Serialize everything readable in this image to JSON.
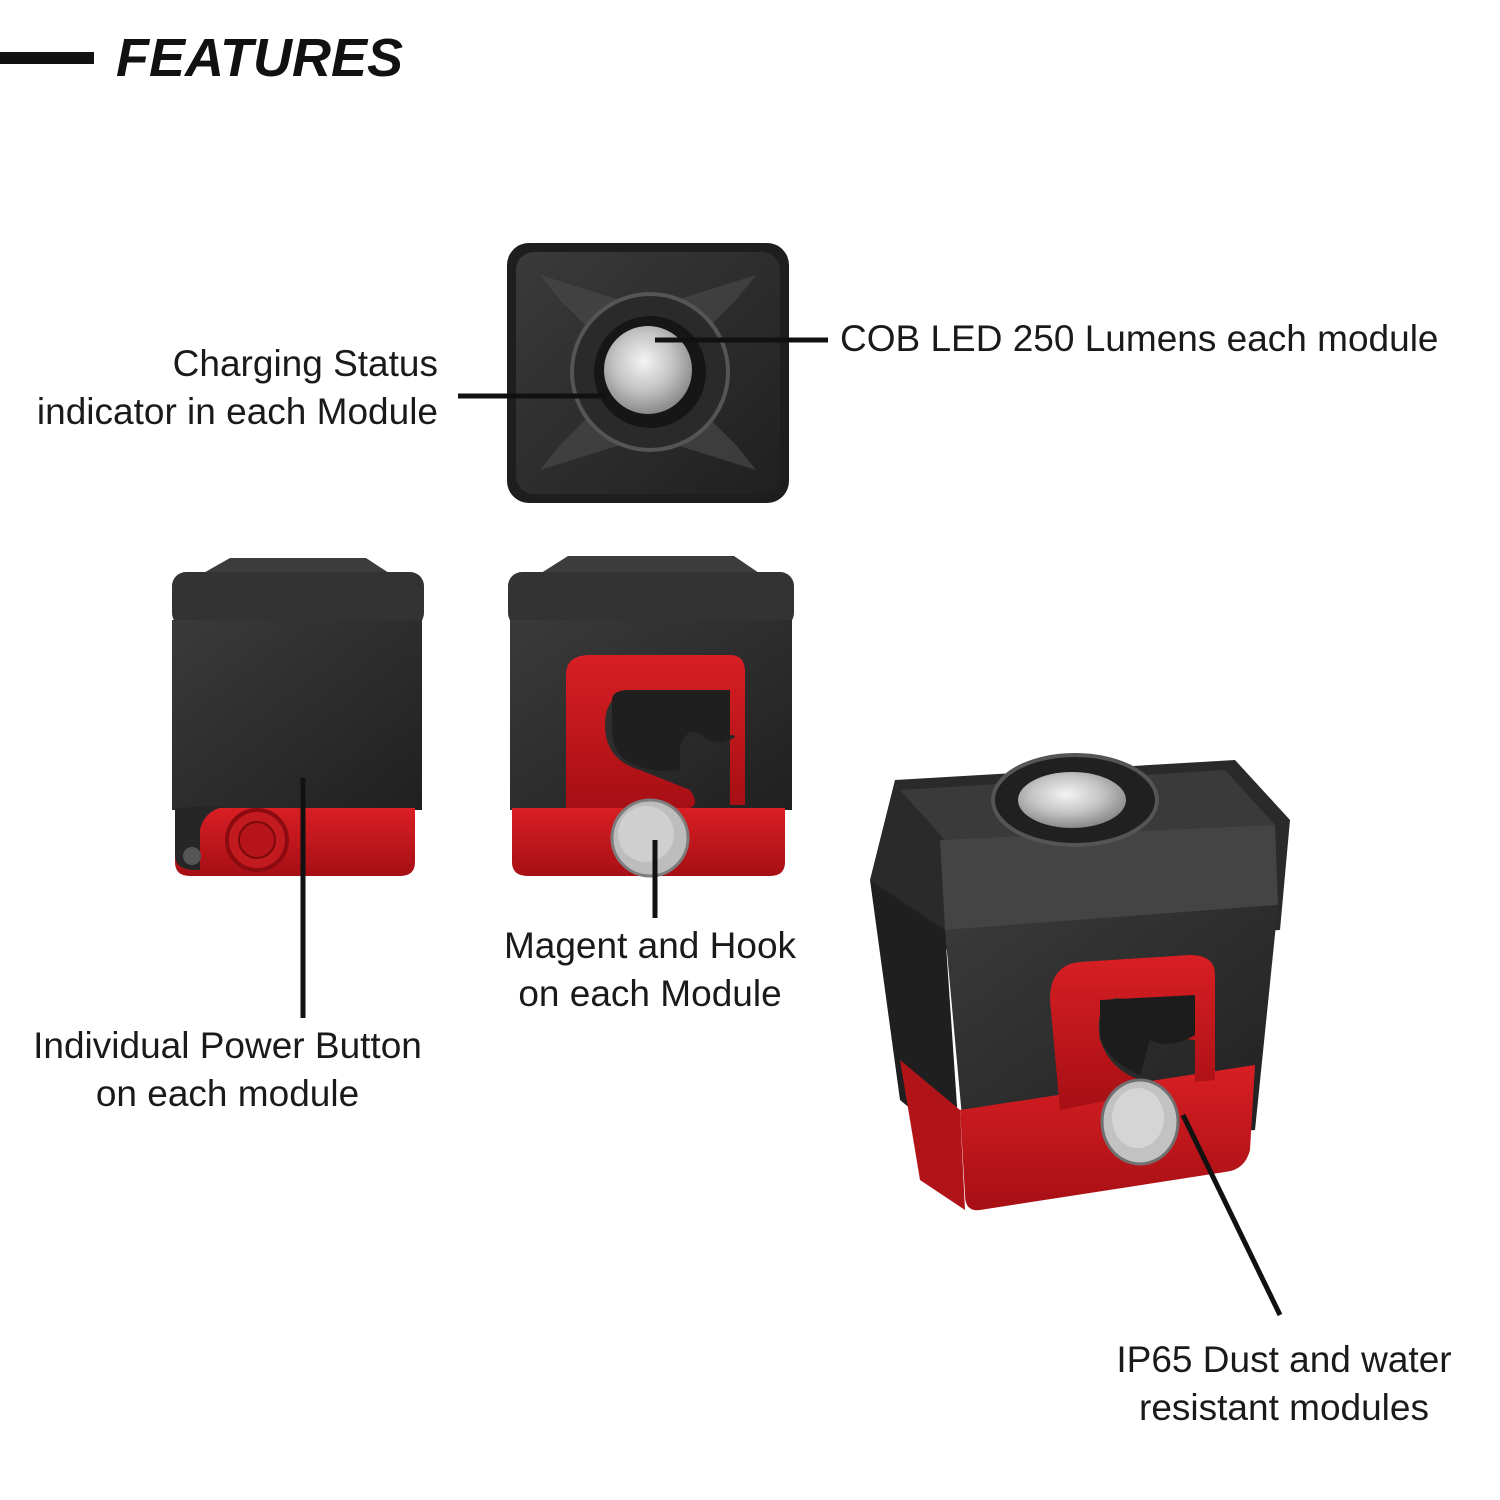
{
  "header": {
    "title": "FEATURES"
  },
  "callouts": {
    "charging": [
      "Charging Status",
      "indicator in each Module"
    ],
    "cob": [
      "COB LED 250 Lumens each module"
    ],
    "power": [
      "Individual Power Button",
      "on each module"
    ],
    "magnet": [
      "Magent and Hook",
      "on each Module"
    ],
    "ip65": [
      "IP65 Dust and water",
      "resistant modules"
    ]
  },
  "colors": {
    "body": "#2b2b2b",
    "accent_red": "#c8151b",
    "lens": "#c9c9c9"
  },
  "illustrations": [
    "module-top-view",
    "module-side-power-button",
    "module-side-magnet-hook",
    "module-perspective-view"
  ]
}
